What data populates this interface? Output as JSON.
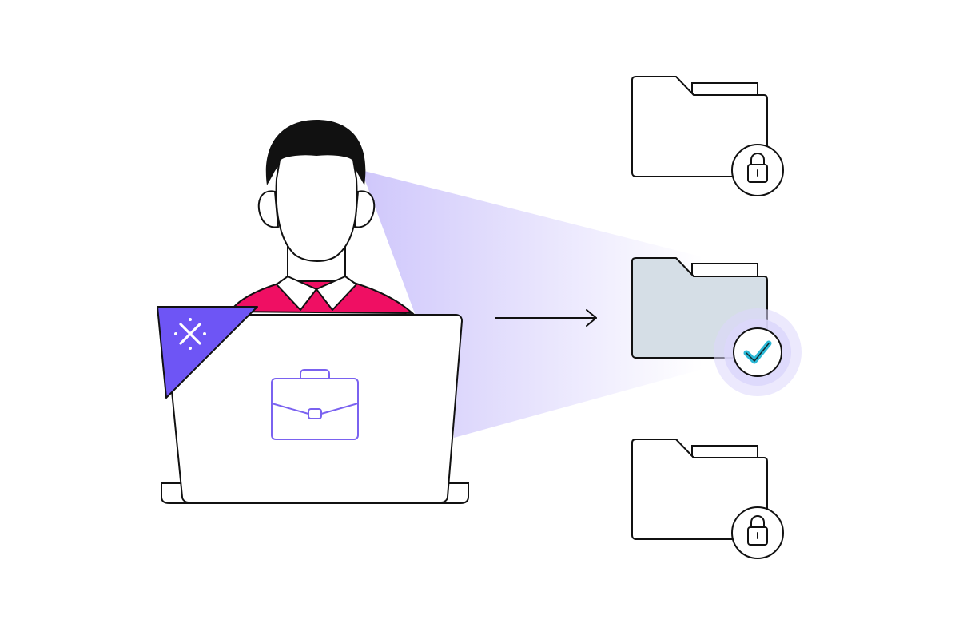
{
  "colors": {
    "background": "#ffffff",
    "outline": "#111111",
    "hair": "#111111",
    "skin": "#ffffff",
    "shirt": "#ef0f63",
    "collar": "#ffffff",
    "beam_start": "#cfc7fb",
    "beam_end": "#ffffff",
    "laptop": "#ffffff",
    "badge": "#6e55f5",
    "badge_mark": "#ffffff",
    "briefcase": "#7a62f0",
    "folder_locked": "#ffffff",
    "folder_unlocked": "#d5dee6",
    "check_mark": "#2bb8d6",
    "check_halo": "#dcd7fb"
  },
  "icons": {
    "badge": "app-logo-icon",
    "laptop_emblem": "briefcase-icon",
    "arrow": "arrow-right-icon",
    "locked_status": "padlock-icon",
    "unlocked_status": "checkmark-icon"
  },
  "folders": [
    {
      "state": "locked",
      "icon": "padlock-icon"
    },
    {
      "state": "unlocked",
      "icon": "checkmark-icon"
    },
    {
      "state": "locked",
      "icon": "padlock-icon"
    }
  ]
}
